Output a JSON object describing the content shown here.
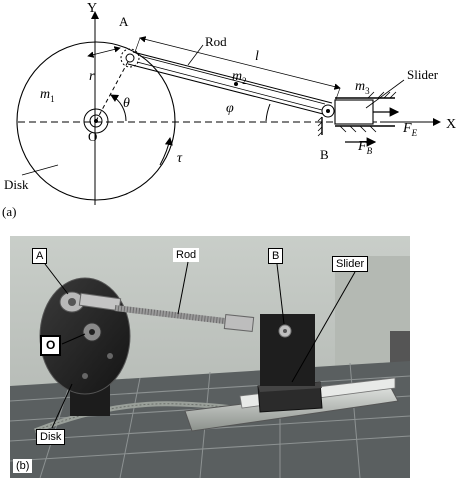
{
  "diagram": {
    "axis_y": "Y",
    "axis_x": "X",
    "point_A": "A",
    "point_B": "B",
    "point_O": "O",
    "rod_label": "Rod",
    "slider_label": "Slider",
    "disk_label": "Disk",
    "length_l": "l",
    "radius_r": "r",
    "mass_m1": "m",
    "mass_m1_sub": "1",
    "mass_m2": "m",
    "mass_m2_sub": "2",
    "mass_m3": "m",
    "mass_m3_sub": "3",
    "angle_theta": "θ",
    "angle_phi": "φ",
    "torque_tau": "τ",
    "force_FE": "F",
    "force_FE_sub": "E",
    "force_FB": "F",
    "force_FB_sub": "B",
    "panel_label": "(a)"
  },
  "photo": {
    "panel_label": "(b)",
    "tag_A": "A",
    "tag_Rod": "Rod",
    "tag_B": "B",
    "tag_Slider": "Slider",
    "tag_O": "O",
    "tag_Disk": "Disk"
  },
  "colors": {
    "line": "#000000",
    "photo_background": "#b8bdb8",
    "table": "#4a4f50"
  }
}
